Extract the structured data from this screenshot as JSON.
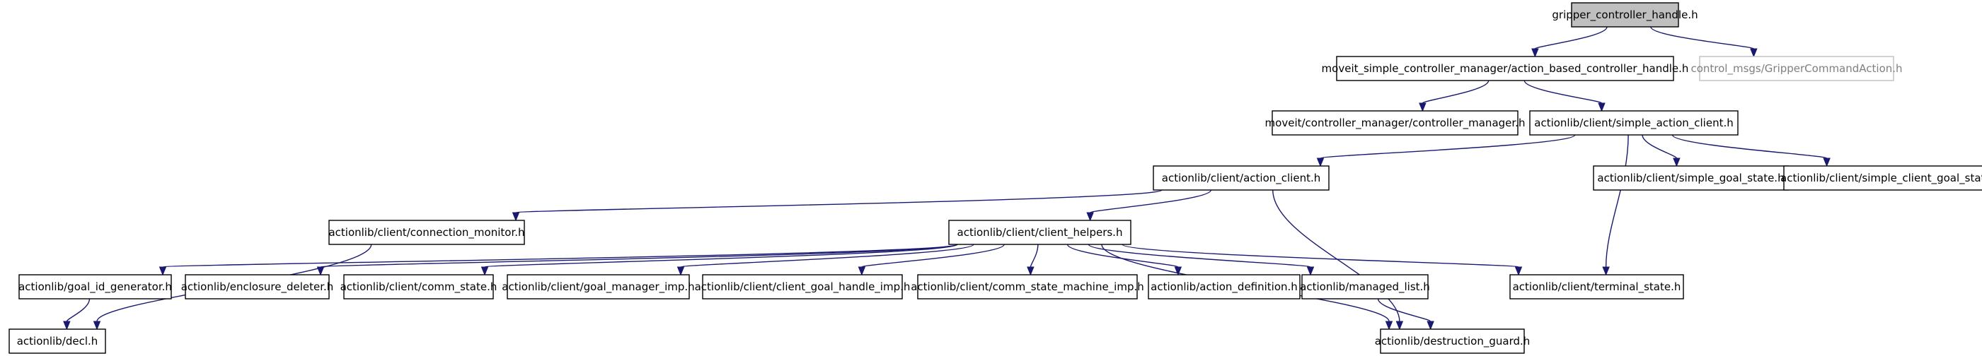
{
  "nodes": [
    {
      "id": "gripper",
      "label": "gripper_controller_handle.h",
      "kind": "root"
    },
    {
      "id": "abch",
      "label": "moveit_simple_controller_manager/action_based_controller_handle.h",
      "kind": "normal"
    },
    {
      "id": "gca",
      "label": "control_msgs/GripperCommandAction.h",
      "kind": "external"
    },
    {
      "id": "cm",
      "label": "moveit/controller_manager/controller_manager.h",
      "kind": "normal"
    },
    {
      "id": "sac",
      "label": "actionlib/client/simple_action_client.h",
      "kind": "normal"
    },
    {
      "id": "ac",
      "label": "actionlib/client/action_client.h",
      "kind": "normal"
    },
    {
      "id": "sgs",
      "label": "actionlib/client/simple_goal_state.h",
      "kind": "normal"
    },
    {
      "id": "scgs",
      "label": "actionlib/client/simple_client_goal_state.h",
      "kind": "normal"
    },
    {
      "id": "conmon",
      "label": "actionlib/client/connection_monitor.h",
      "kind": "normal"
    },
    {
      "id": "ch",
      "label": "actionlib/client/client_helpers.h",
      "kind": "normal"
    },
    {
      "id": "gig",
      "label": "actionlib/goal_id_generator.h",
      "kind": "normal"
    },
    {
      "id": "ed",
      "label": "actionlib/enclosure_deleter.h",
      "kind": "normal"
    },
    {
      "id": "cs",
      "label": "actionlib/client/comm_state.h",
      "kind": "normal"
    },
    {
      "id": "gmi",
      "label": "actionlib/client/goal_manager_imp.h",
      "kind": "normal"
    },
    {
      "id": "cghi",
      "label": "actionlib/client/client_goal_handle_imp.h",
      "kind": "normal"
    },
    {
      "id": "csmi",
      "label": "actionlib/client/comm_state_machine_imp.h",
      "kind": "normal"
    },
    {
      "id": "adef",
      "label": "actionlib/action_definition.h",
      "kind": "normal"
    },
    {
      "id": "ml",
      "label": "actionlib/managed_list.h",
      "kind": "normal"
    },
    {
      "id": "ts",
      "label": "actionlib/client/terminal_state.h",
      "kind": "normal"
    },
    {
      "id": "decl",
      "label": "actionlib/decl.h",
      "kind": "normal"
    },
    {
      "id": "dg",
      "label": "actionlib/destruction_guard.h",
      "kind": "normal"
    }
  ],
  "edges": [
    [
      "gripper",
      "abch"
    ],
    [
      "gripper",
      "gca"
    ],
    [
      "abch",
      "cm"
    ],
    [
      "abch",
      "sac"
    ],
    [
      "sac",
      "ac"
    ],
    [
      "sac",
      "sgs"
    ],
    [
      "sac",
      "scgs"
    ],
    [
      "sac",
      "ts"
    ],
    [
      "ac",
      "conmon"
    ],
    [
      "ac",
      "ch"
    ],
    [
      "ac",
      "dg"
    ],
    [
      "conmon",
      "decl"
    ],
    [
      "ch",
      "gig"
    ],
    [
      "ch",
      "ed"
    ],
    [
      "ch",
      "cs"
    ],
    [
      "ch",
      "gmi"
    ],
    [
      "ch",
      "cghi"
    ],
    [
      "ch",
      "csmi"
    ],
    [
      "ch",
      "adef"
    ],
    [
      "ch",
      "ml"
    ],
    [
      "ch",
      "ts"
    ],
    [
      "ch",
      "dg"
    ],
    [
      "gig",
      "decl"
    ],
    [
      "ml",
      "dg"
    ]
  ],
  "colors": {
    "edge": "#191970",
    "root_fill": "#bfbfbf",
    "node_border": "#000000",
    "external_border": "#bfbfbf",
    "external_text": "#7f7f7f"
  }
}
